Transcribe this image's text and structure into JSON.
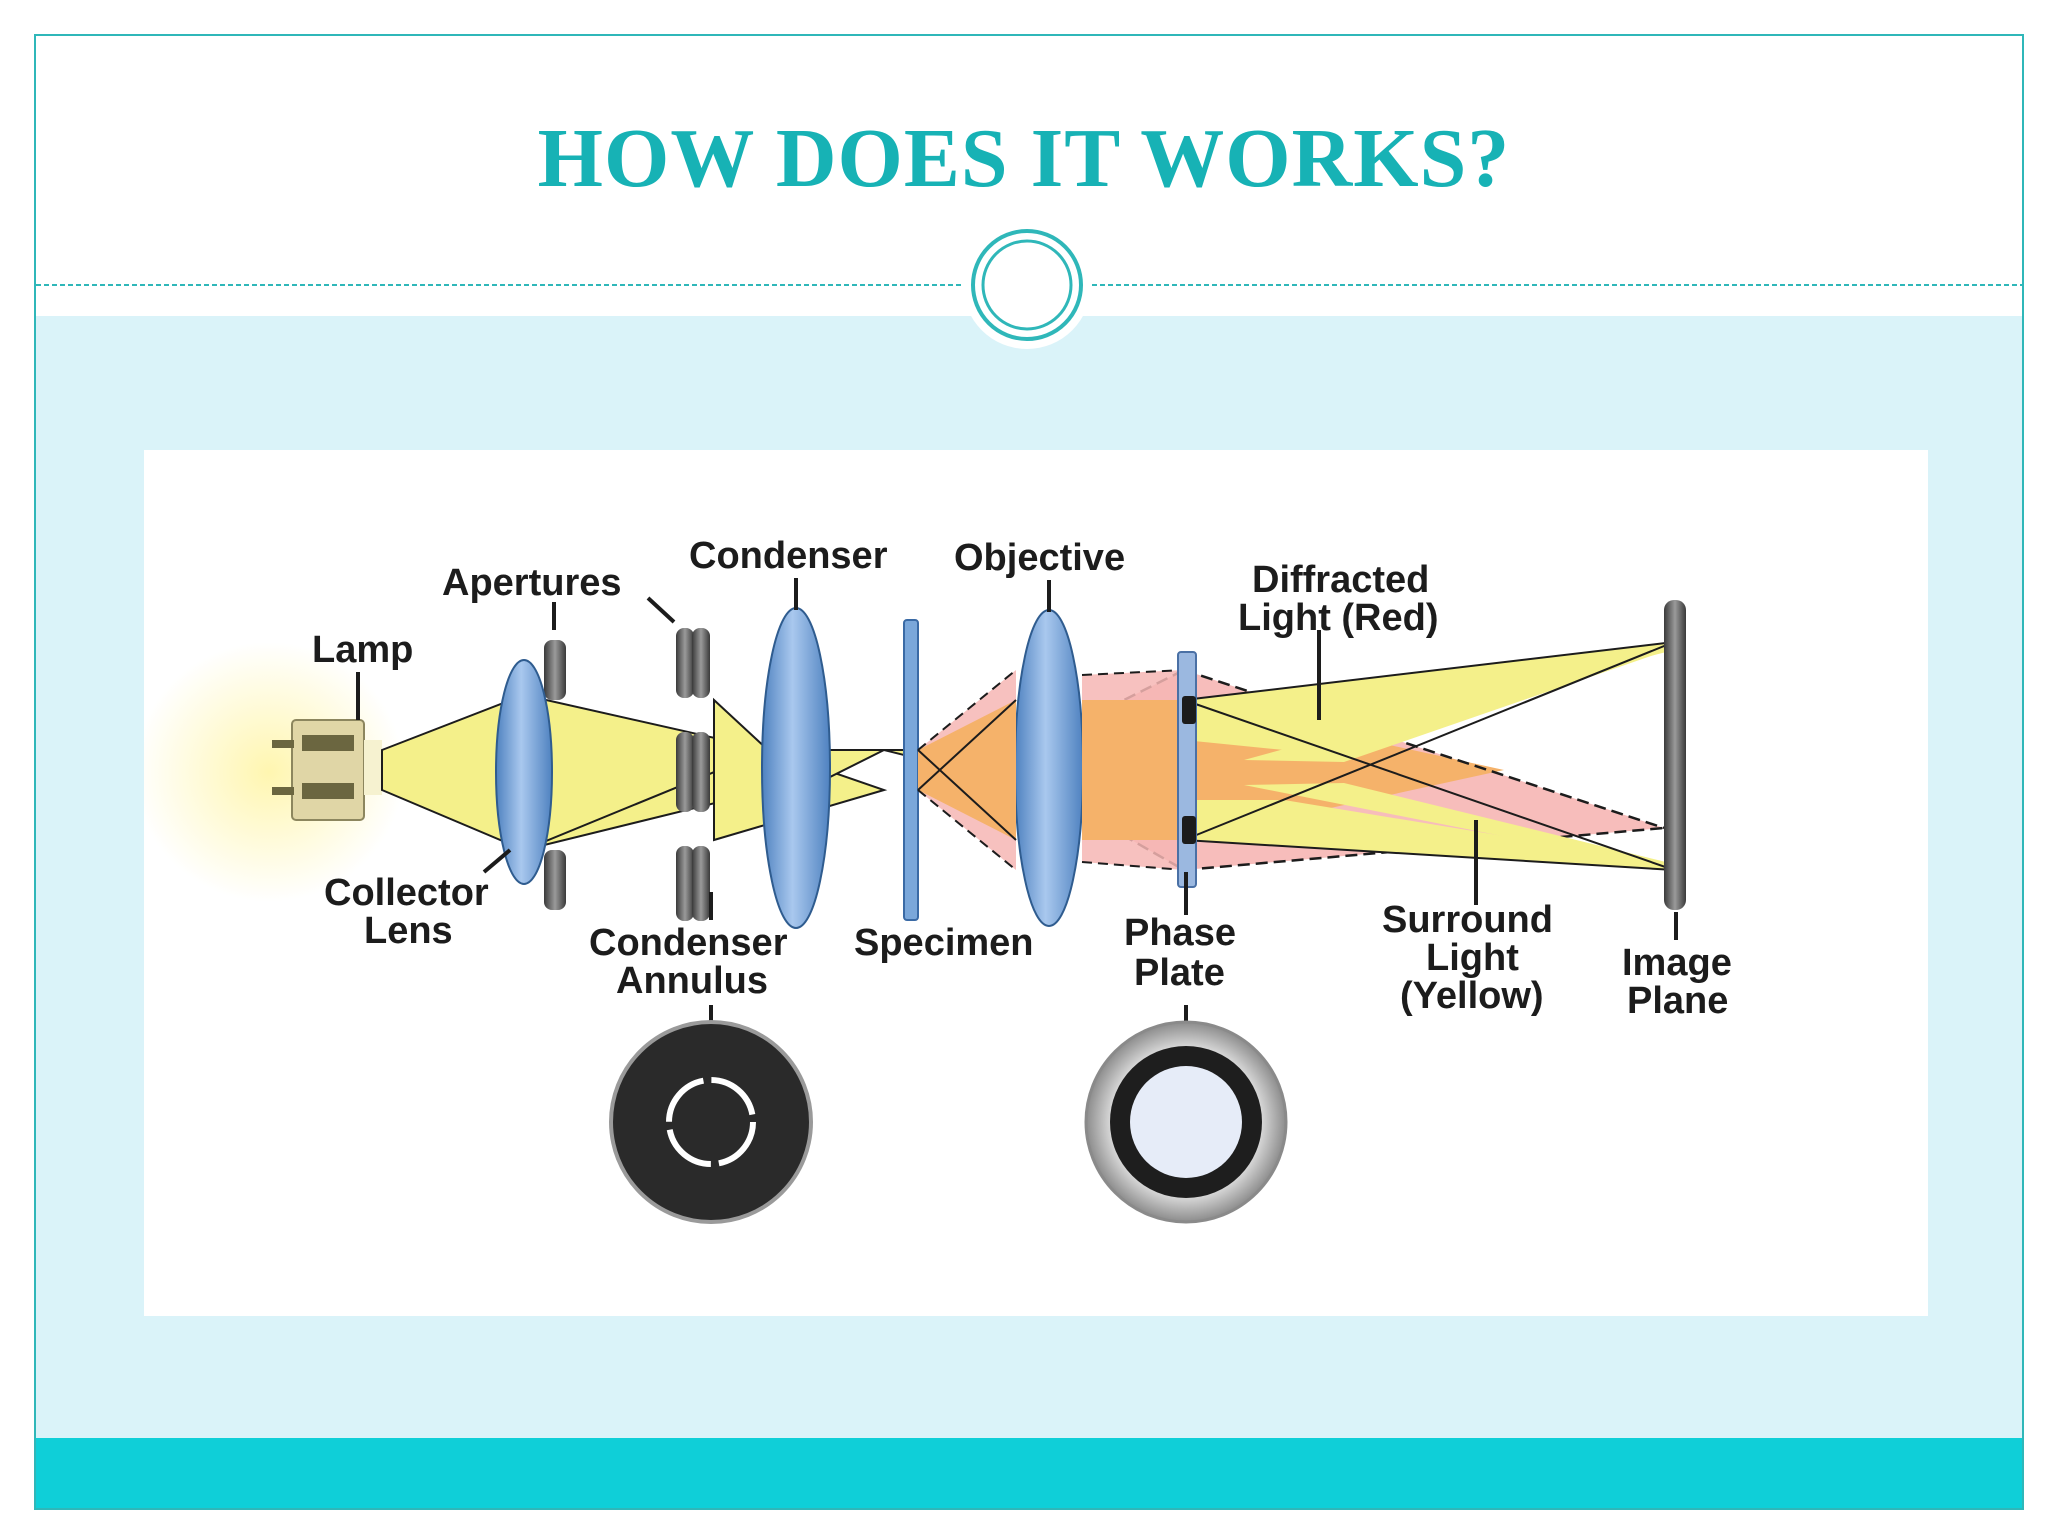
{
  "slide": {
    "title": "HOW DOES IT WORKS?",
    "colors": {
      "title": "#17b2b5",
      "frame": "#2fb7b9",
      "band": "#daf3f9",
      "footer": "#0fcfd8"
    }
  },
  "diagram": {
    "labels": {
      "lamp": "Lamp",
      "apertures": "Apertures",
      "condenser": "Condenser",
      "objective": "Objective",
      "diffracted_1": "Diffracted",
      "diffracted_2": "Light (Red)",
      "collector_1": "Collector",
      "collector_2": "Lens",
      "condenser_annulus_1": "Condenser",
      "condenser_annulus_2": "Annulus",
      "specimen": "Specimen",
      "phase_plate_1": "Phase",
      "phase_plate_2": "Plate",
      "surround_1": "Surround",
      "surround_2": "Light",
      "surround_3": "(Yellow)",
      "image_plane_1": "Image",
      "image_plane_2": "Plane"
    },
    "colors": {
      "surround_light": "#f4f08a",
      "diffracted_light": "#f6b6b4",
      "overlap": "#f5b26a",
      "lens": "#6e9fd4",
      "label": "#1c1c1c"
    }
  }
}
